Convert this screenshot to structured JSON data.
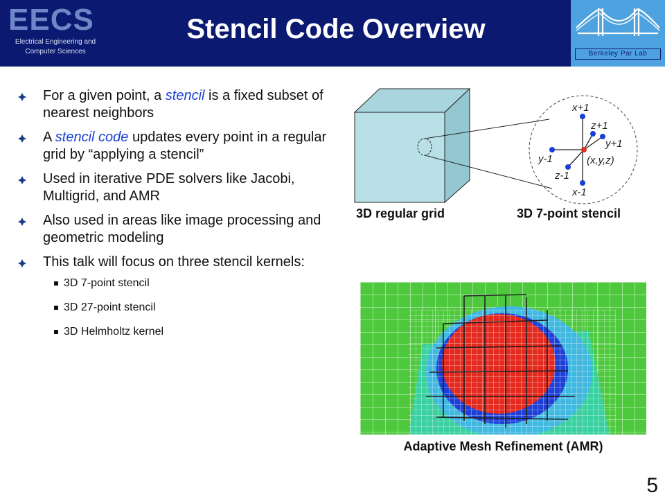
{
  "header": {
    "logo": "EECS",
    "logo_subtitle_1": "Electrical Engineering and",
    "logo_subtitle_2": "Computer Sciences",
    "title": "Stencil Code Overview",
    "lab": "Berkeley Par Lab"
  },
  "bullets": {
    "b1_pre": "For a given point, a ",
    "b1_em": "stencil",
    "b1_post": " is a fixed subset of nearest neighbors",
    "b2_pre": "A ",
    "b2_em": "stencil code",
    "b2_post": " updates every point in a regular grid by “applying a stencil”",
    "b3": "Used in iterative PDE solvers like Jacobi, Multigrid, and AMR",
    "b4": "Also used in areas like image processing and geometric modeling",
    "b5": "This talk will focus on three stencil kernels:",
    "sub": [
      "3D 7-point stencil",
      "3D 27-point stencil",
      "3D Helmholtz kernel"
    ]
  },
  "diagram": {
    "labels": {
      "xp": "x+1",
      "xm": "x-1",
      "yp": "y+1",
      "ym": "y-1",
      "zp": "z+1",
      "zm": "z-1",
      "center": "(x,y,z)"
    },
    "caption_grid": "3D regular grid",
    "caption_stencil": "3D 7-point stencil"
  },
  "amr": {
    "caption": "Adaptive Mesh Refinement (AMR)"
  },
  "page_number": "5",
  "colors": {
    "header": "#0b1a70",
    "accent": "#4ea2e0",
    "emphasis": "#1a3fd6",
    "cube": "#b9e0e6",
    "node": "#1a3fd6",
    "center_node": "#e03020"
  }
}
